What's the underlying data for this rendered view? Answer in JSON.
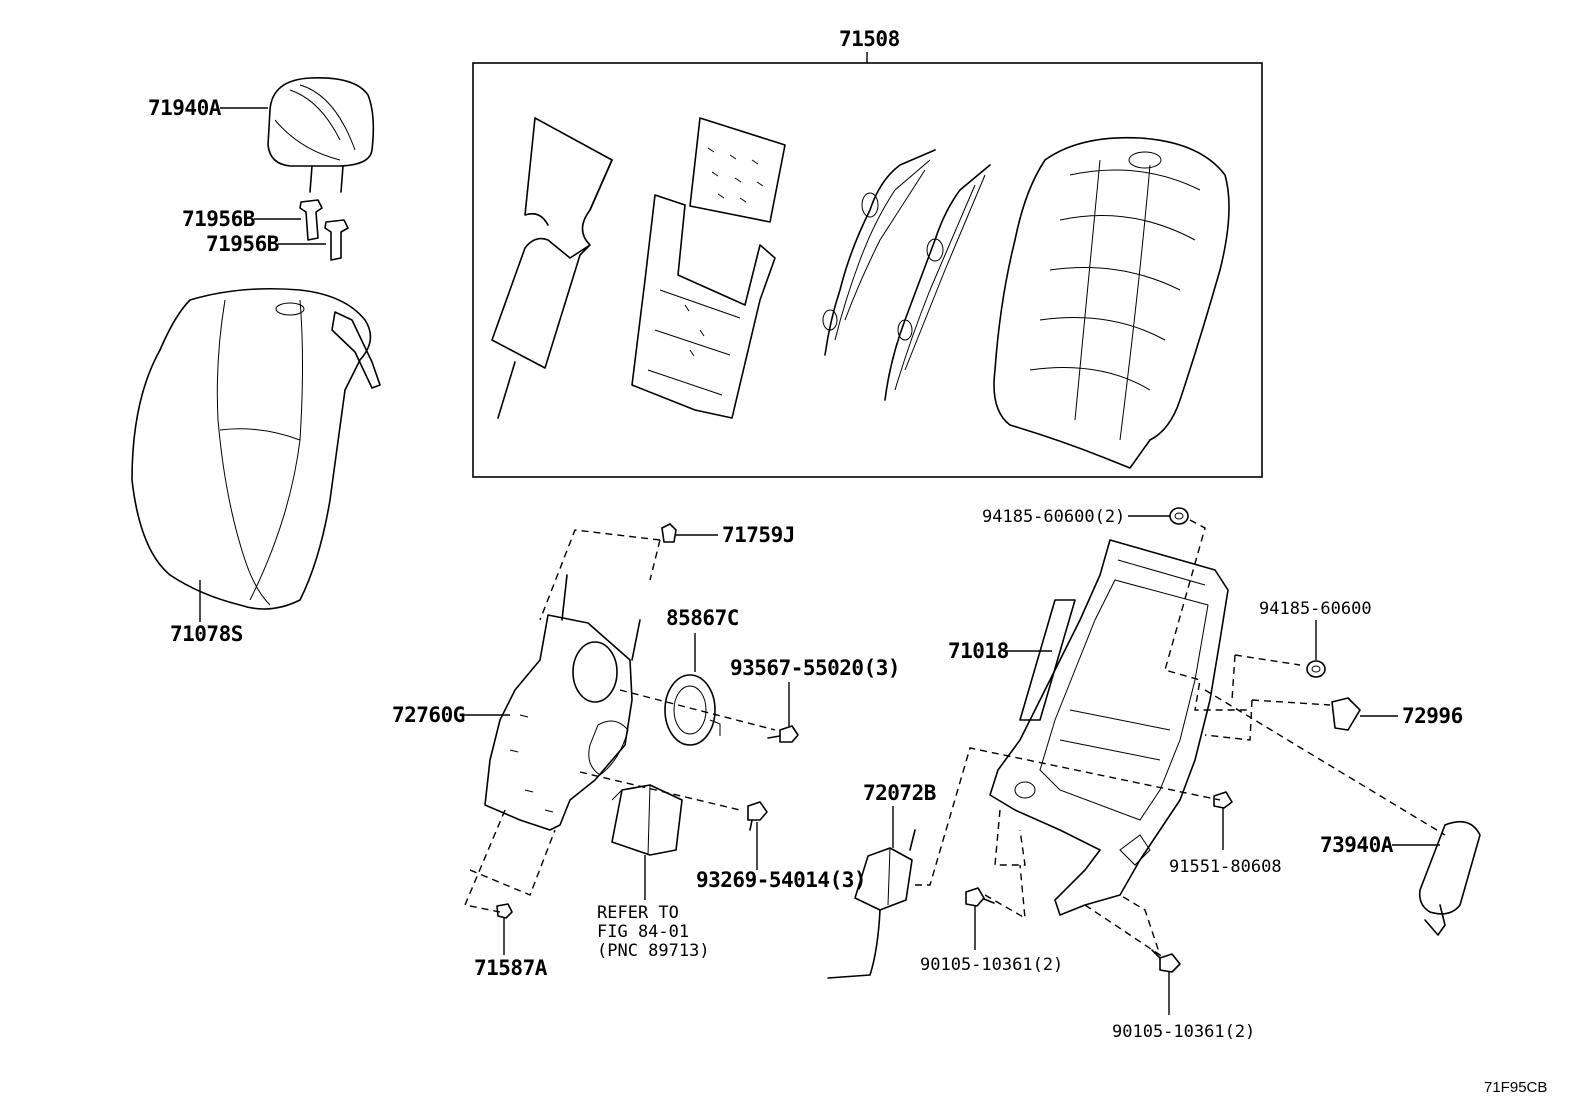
{
  "diagram": {
    "assembly_label": "71508",
    "corner_code": "71F95CB",
    "note_lines": [
      "REFER TO",
      "FIG 84-01",
      "(PNC 89713)"
    ],
    "labels": {
      "headrest": "71940A",
      "guide_1": "71956B",
      "guide_2": "71956B",
      "seatback_cover": "71078S",
      "clip_top": "71759J",
      "speaker": "85867C",
      "screw_speaker": "93567-55020(3)",
      "board": "72760G",
      "screw_board": "93269-54014(3)",
      "clip_bottom": "71587A",
      "motor": "72072B",
      "nut_top": "94185-60600(2)",
      "nut_right": "94185-60600",
      "frame": "71018",
      "cover_right": "72996",
      "bolt_mid": "91551-80608",
      "armrest": "73940A",
      "bolt_left": "90105-10361(2)",
      "bolt_bottom": "90105-10361(2)"
    }
  }
}
